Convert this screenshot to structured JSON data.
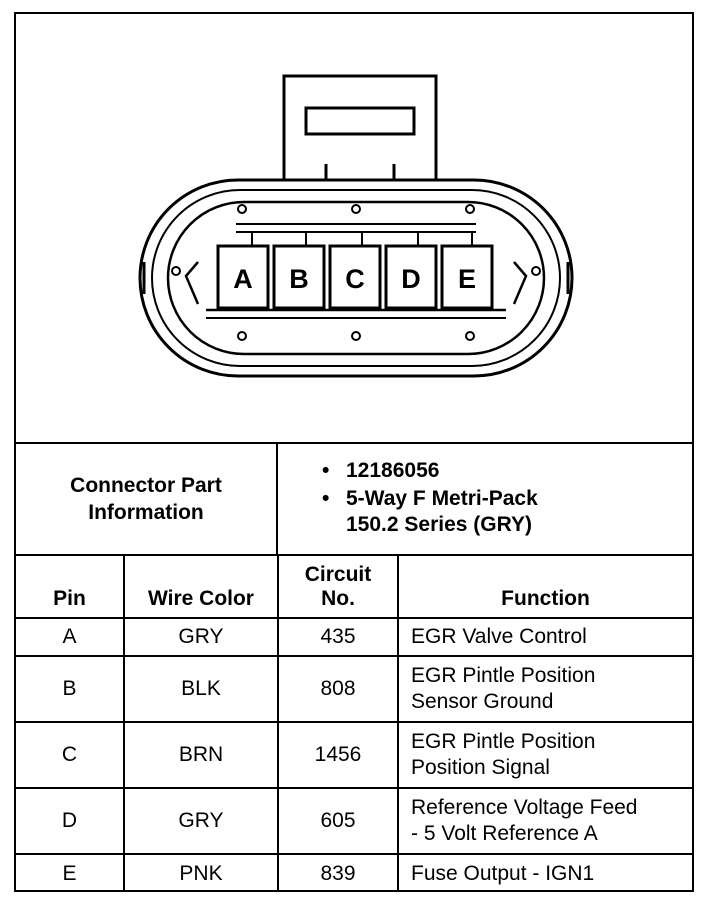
{
  "connector": {
    "pins": [
      "A",
      "B",
      "C",
      "D",
      "E"
    ]
  },
  "info": {
    "label_line1": "Connector Part",
    "label_line2": "Information",
    "part_number": "12186056",
    "description_line1": "5-Way F Metri-Pack",
    "description_line2": "150.2 Series (GRY)"
  },
  "table": {
    "headers": {
      "pin": "Pin",
      "wire_color": "Wire Color",
      "circuit_line1": "Circuit",
      "circuit_line2": "No.",
      "function": "Function"
    },
    "rows": [
      {
        "pin": "A",
        "wire": "GRY",
        "circuit": "435",
        "function_line1": "EGR Valve Control",
        "function_line2": ""
      },
      {
        "pin": "B",
        "wire": "BLK",
        "circuit": "808",
        "function_line1": "EGR Pintle Position",
        "function_line2": "Sensor Ground"
      },
      {
        "pin": "C",
        "wire": "BRN",
        "circuit": "1456",
        "function_line1": "EGR Pintle Position",
        "function_line2": "Position Signal"
      },
      {
        "pin": "D",
        "wire": "GRY",
        "circuit": "605",
        "function_line1": "Reference Voltage Feed",
        "function_line2": "- 5 Volt Reference A"
      },
      {
        "pin": "E",
        "wire": "PNK",
        "circuit": "839",
        "function_line1": "Fuse Output - IGN1",
        "function_line2": ""
      }
    ]
  }
}
